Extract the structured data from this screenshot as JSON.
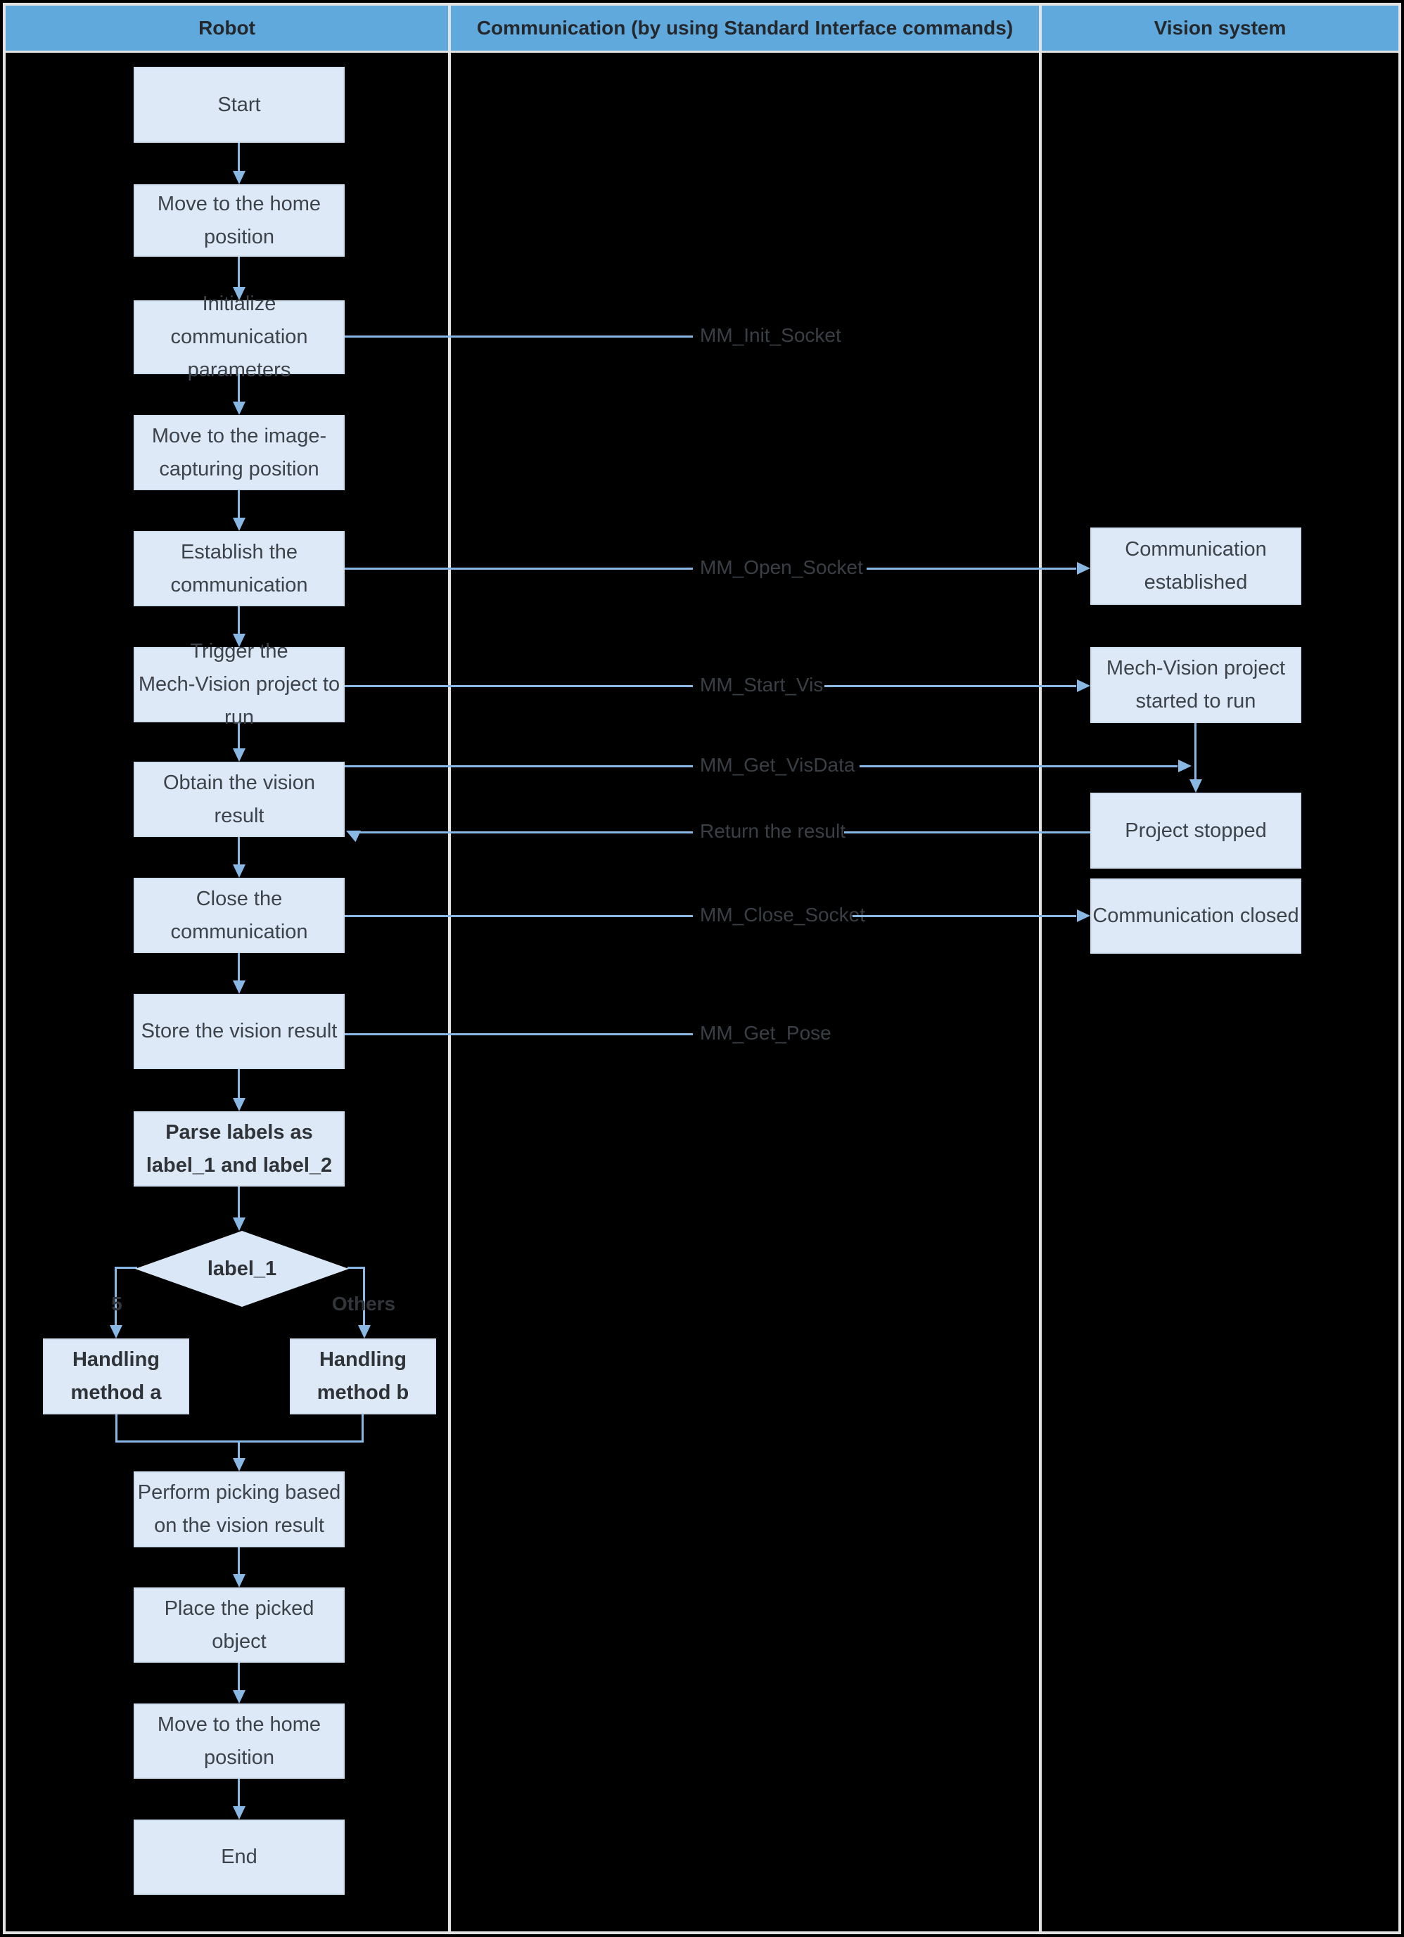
{
  "header": {
    "columns": [
      {
        "label": "Robot"
      },
      {
        "label": "Communication (by using Standard Interface commands)"
      },
      {
        "label": "Vision system"
      }
    ]
  },
  "robot": {
    "nodes": [
      {
        "label": "Start"
      },
      {
        "label": "Move to the home\nposition"
      },
      {
        "label": "Initialize\ncommunication\nparameters"
      },
      {
        "label": "Move to the image-\ncapturing position"
      },
      {
        "label": "Establish the\ncommunication"
      },
      {
        "label": "Trigger the\nMech-Vision project to\nrun"
      },
      {
        "label": "Obtain the vision\nresult"
      },
      {
        "label": "Close the\ncommunication"
      },
      {
        "label": "Store the vision result"
      },
      {
        "label": "Parse labels as\nlabel_1 and label_2"
      },
      {
        "label": "Handling\nmethod a"
      },
      {
        "label": "Handling\nmethod b"
      },
      {
        "label": "Perform picking based\non the vision result"
      },
      {
        "label": "Place the picked\nobject"
      },
      {
        "label": "Move to the home\nposition"
      },
      {
        "label": "End"
      }
    ],
    "decision": {
      "label": "label_1"
    },
    "branches": [
      {
        "label": "5"
      },
      {
        "label": "Others"
      }
    ]
  },
  "communication": {
    "labels": [
      {
        "label": "MM_Init_Socket"
      },
      {
        "label": "MM_Open_Socket"
      },
      {
        "label": "MM_Start_Vis"
      },
      {
        "label": "MM_Get_VisData"
      },
      {
        "label": "Return the result"
      },
      {
        "label": "MM_Close_Socket"
      },
      {
        "label": "MM_Get_Pose"
      }
    ]
  },
  "vision": {
    "nodes": [
      {
        "label": "Communication\nestablished"
      },
      {
        "label": "Mech-Vision project\nstarted to run"
      },
      {
        "label": "Project stopped"
      },
      {
        "label": "Communication closed"
      }
    ]
  },
  "colors": {
    "header_bg": "#5fa9dd",
    "node_fill": "#dde9f7",
    "node_border": "#cfdff0",
    "arrow": "#8ab8e4",
    "frame": "#e2e2e2",
    "background": "#000000",
    "node_text": "#3d434a",
    "command_text": "#3a3f45"
  }
}
